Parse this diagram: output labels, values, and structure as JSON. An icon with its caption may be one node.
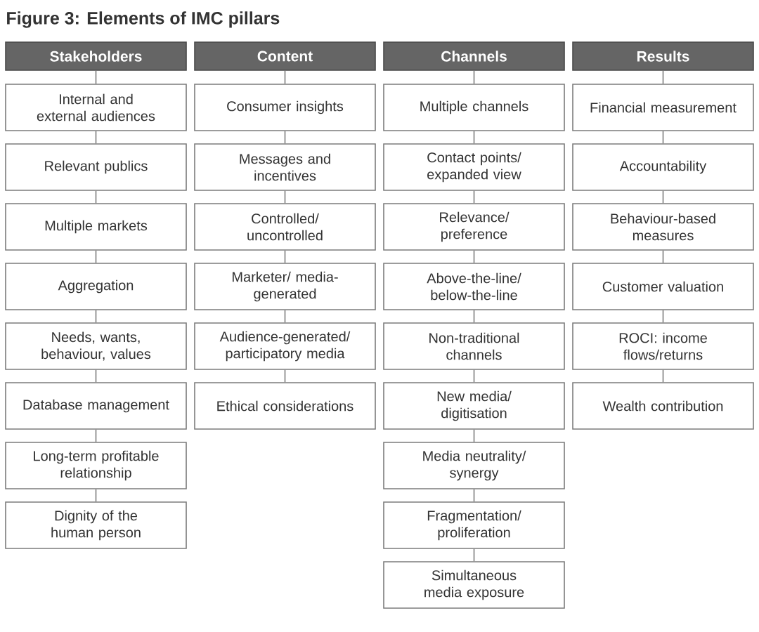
{
  "diagram": {
    "title": "Figure 3: Elements of IMC pillars",
    "nodes": [
      {
        "text": [
          "Stakeholders"
        ]
      },
      {
        "text": [
          "Internal and external audiences"
        ]
      },
      {
        "text": [
          "Relevant publics"
        ]
      },
      {
        "text": [
          "Multiple markets"
        ]
      },
      {
        "text": [
          "Aggregation"
        ]
      },
      {
        "text": [
          "Needs, wants, behaviour, values"
        ]
      },
      {
        "text": [
          "Database management"
        ]
      },
      {
        "text": [
          "Long-term profitable relationship"
        ]
      },
      {
        "text": [
          "Dignity of the human person"
        ]
      },
      {
        "text": [
          "Content"
        ]
      },
      {
        "text": [
          "Consumer insights"
        ]
      },
      {
        "text": [
          "Messages and incentives"
        ]
      },
      {
        "text": [
          "Controlled/ uncontrolled"
        ]
      },
      {
        "text": [
          "Marketer/ media-generated"
        ]
      },
      {
        "text": [
          "Audience-generated/ participatory media"
        ]
      },
      {
        "text": [
          "Ethical considerations"
        ]
      },
      {
        "text": [
          "Channels"
        ]
      },
      {
        "text": [
          "Multiple channels"
        ]
      },
      {
        "text": [
          "Contact points/ expanded view"
        ]
      },
      {
        "text": [
          "Relevance/ preference"
        ]
      },
      {
        "text": [
          "Above-the-line/ below-the-line"
        ]
      },
      {
        "text": [
          "Non-traditional channels"
        ]
      },
      {
        "text": [
          "New media/ digitisation"
        ]
      },
      {
        "text": [
          "Media neutrality/ synergy"
        ]
      },
      {
        "text": [
          "Fragmentation/ proliferation"
        ]
      },
      {
        "text": [
          "Simultaneous media exposure"
        ]
      },
      {
        "text": [
          "Results"
        ]
      },
      {
        "text": [
          "Financial measurement"
        ]
      },
      {
        "text": [
          "Accountability"
        ]
      },
      {
        "text": [
          "Behaviour-based measures"
        ]
      },
      {
        "text": [
          "Customer valuation"
        ]
      },
      {
        "text": [
          "ROCI: income flows/returns"
        ]
      },
      {
        "text": [
          "Wealth contribution"
        ]
      }
    ],
    "edges": [
      {
        "from": 0,
        "to": 1,
        "arrow": "none"
      },
      {
        "from": 1,
        "to": 2,
        "arrow": "none"
      },
      {
        "from": 2,
        "to": 3,
        "arrow": "none"
      },
      {
        "from": 3,
        "to": 4,
        "arrow": "none"
      },
      {
        "from": 4,
        "to": 5,
        "arrow": "none"
      },
      {
        "from": 5,
        "to": 6,
        "arrow": "none"
      },
      {
        "from": 6,
        "to": 7,
        "arrow": "none"
      },
      {
        "from": 7,
        "to": 8,
        "arrow": "none"
      },
      {
        "from": 9,
        "to": 10,
        "arrow": "none"
      },
      {
        "from": 10,
        "to": 11,
        "arrow": "none"
      },
      {
        "from": 11,
        "to": 12,
        "arrow": "none"
      },
      {
        "from": 12,
        "to": 13,
        "arrow": "none"
      },
      {
        "from": 13,
        "to": 14,
        "arrow": "none"
      },
      {
        "from": 14,
        "to": 15,
        "arrow": "none"
      },
      {
        "from": 16,
        "to": 17,
        "arrow": "none"
      },
      {
        "from": 17,
        "to": 18,
        "arrow": "none"
      },
      {
        "from": 18,
        "to": 19,
        "arrow": "none"
      },
      {
        "from": 19,
        "to": 20,
        "arrow": "none"
      },
      {
        "from": 20,
        "to": 21,
        "arrow": "none"
      },
      {
        "from": 21,
        "to": 22,
        "arrow": "none"
      },
      {
        "from": 22,
        "to": 23,
        "arrow": "none"
      },
      {
        "from": 23,
        "to": 24,
        "arrow": "none"
      },
      {
        "from": 24,
        "to": 25,
        "arrow": "none"
      },
      {
        "from": 26,
        "to": 27,
        "arrow": "none"
      },
      {
        "from": 27,
        "to": 28,
        "arrow": "none"
      },
      {
        "from": 28,
        "to": 29,
        "arrow": "none"
      },
      {
        "from": 29,
        "to": 30,
        "arrow": "none"
      },
      {
        "from": 30,
        "to": 31,
        "arrow": "none"
      },
      {
        "from": 31,
        "to": 32,
        "arrow": "none"
      }
    ]
  }
}
